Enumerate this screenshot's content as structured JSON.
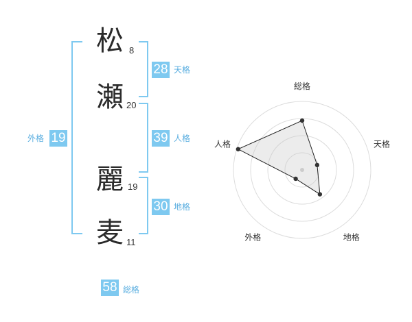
{
  "name": {
    "characters": [
      {
        "char": "松",
        "strokes": "8"
      },
      {
        "char": "瀬",
        "strokes": "20"
      },
      {
        "char": "麗",
        "strokes": "19"
      },
      {
        "char": "麦",
        "strokes": "11"
      }
    ]
  },
  "scores": {
    "tenkaku": {
      "value": "28",
      "label": "天格"
    },
    "jinkaku": {
      "value": "39",
      "label": "人格"
    },
    "chikaku": {
      "value": "30",
      "label": "地格"
    },
    "gaikaku": {
      "value": "19",
      "label": "外格"
    },
    "soukaku": {
      "value": "58",
      "label": "総格"
    }
  },
  "colors": {
    "accent": "#7ec9f0",
    "text": "#2b2b2b"
  },
  "chart_data": {
    "type": "radar",
    "axes": [
      "総格",
      "天格",
      "地格",
      "外格",
      "人格"
    ],
    "values": [
      0.72,
      0.23,
      0.44,
      0.16,
      0.98
    ],
    "rings": 4,
    "range": [
      0,
      1
    ]
  }
}
